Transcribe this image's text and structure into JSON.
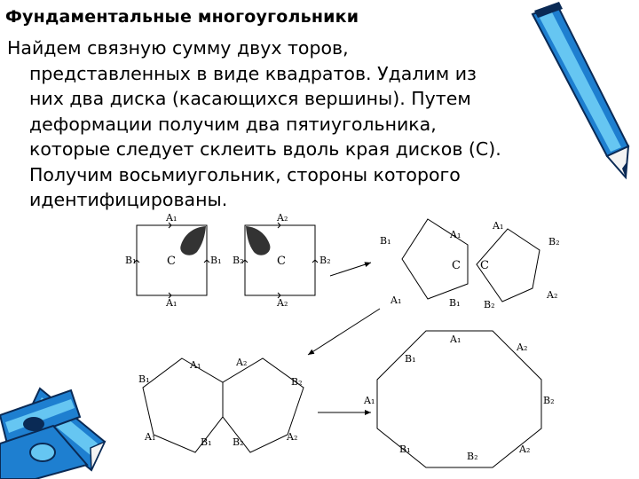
{
  "title": "Фундаментальные многоугольники",
  "paragraph": [
    "Найдем связную сумму двух торов,",
    "представленных в виде квадратов. Удалим из",
    "них два диска (касающихся вершины). Путем",
    "деформации получим два пятиугольника,",
    "которые следует склеить вдоль края дисков (С).",
    "Получим восьмиугольник, стороны которого",
    "идентифицированы."
  ],
  "diagram": {
    "square_left": {
      "top": "A₁",
      "bottom": "A₁",
      "left": "B₁",
      "right": "B₁",
      "center": "C"
    },
    "square_right": {
      "top": "A₂",
      "bottom": "A₂",
      "left": "B₂",
      "right": "B₂",
      "center": "C"
    },
    "pentagon_left": {
      "top": "A₁",
      "left": "B₁",
      "bottom_left": "A₁",
      "bottom_right": "B₁",
      "cut": "C"
    },
    "pentagon_right": {
      "top": "A₁",
      "right": "B₂",
      "bottom_right": "A₂",
      "bottom_left": "B₂",
      "cut": "C"
    },
    "joined": {
      "a1": "A₁",
      "a2_top": "A₂",
      "b1_left": "B₁",
      "b2_right": "B₂",
      "a1_bottom": "A₁",
      "b1_bottom": "B₁",
      "b2_bottom": "B₂",
      "a2_bottom": "A₂"
    },
    "octagon": {
      "top": "A₁",
      "top_right": "A₂",
      "right": "B₂",
      "bottom_right": "A₂",
      "bottom": "B₂",
      "bottom_left": "B₁",
      "left": "A₁",
      "top_left": "B₁"
    }
  },
  "decor": [
    "pen-icon",
    "pencils-icon"
  ]
}
